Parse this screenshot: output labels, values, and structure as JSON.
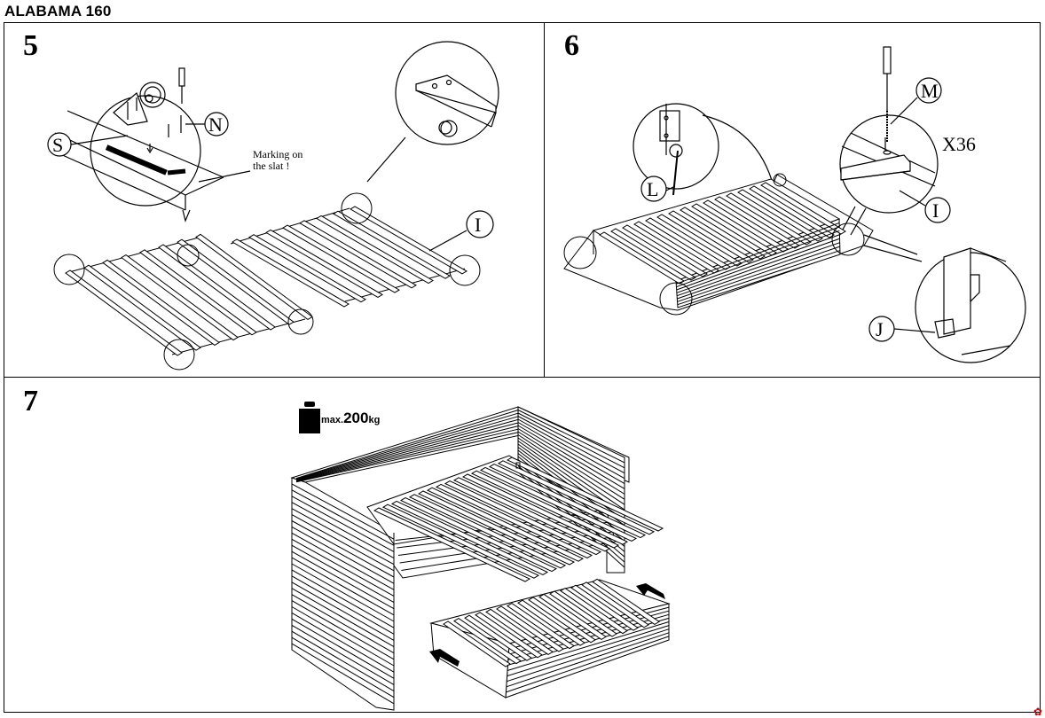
{
  "document": {
    "title": "ALABAMA 160"
  },
  "steps": [
    {
      "number": "5",
      "part_labels": [
        "S",
        "N",
        "I"
      ],
      "note_line1": "Marking on",
      "note_line2": "the slat !"
    },
    {
      "number": "6",
      "part_labels": [
        "L",
        "M",
        "I",
        "J"
      ],
      "quantity": "X36"
    },
    {
      "number": "7",
      "weight_limit": {
        "prefix": "max.",
        "value": "200",
        "unit": "kg"
      }
    }
  ],
  "icons": {
    "weight": "weight-icon",
    "arrow_push": "arrow-icon",
    "screwdriver": "screwdriver-icon"
  },
  "colors": {
    "line": "#000000",
    "background": "#ffffff",
    "stamp": "#d10000"
  },
  "stamp_glyph": "✿"
}
